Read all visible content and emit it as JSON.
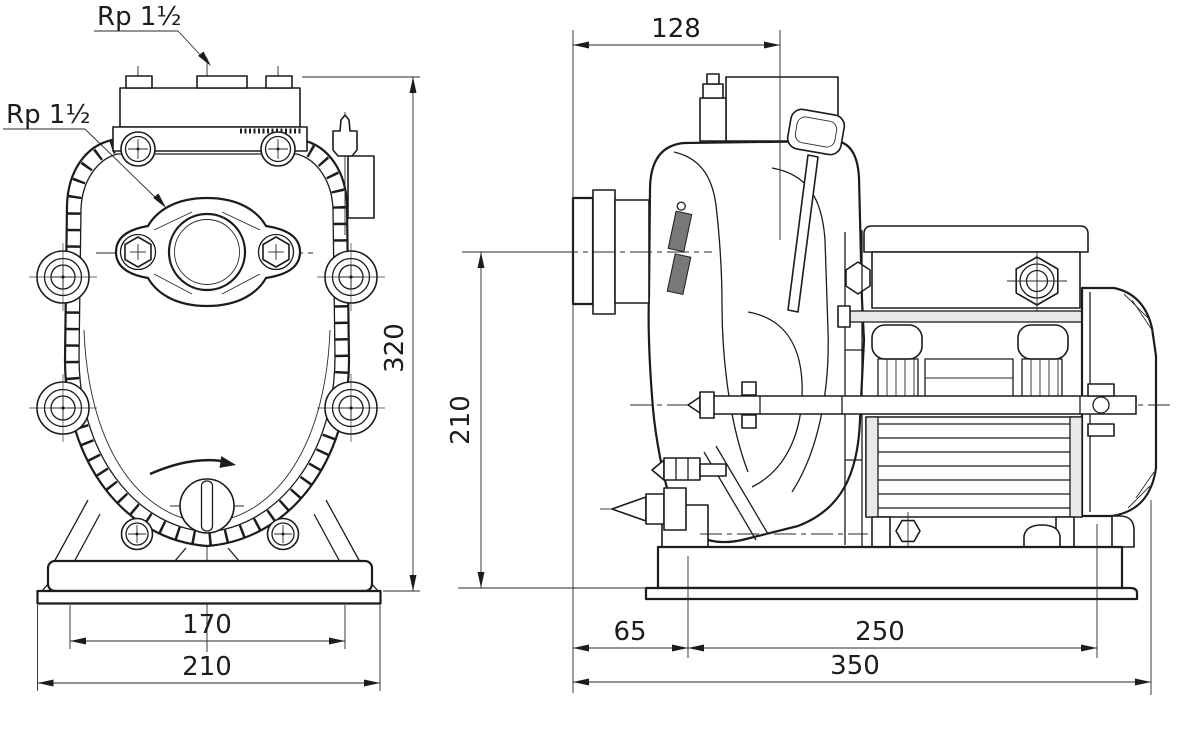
{
  "drawing": {
    "kind": "pump-dimensional-drawing",
    "background": "#ffffff",
    "line_color": "#1c1c1c"
  },
  "front_view": {
    "rp_label_top": "Rp 1½",
    "rp_label_front": "Rp 1½",
    "dim_height": "320",
    "dim_bolt_spacing": "170",
    "dim_base_width": "210"
  },
  "side_view": {
    "dim_port_offset": "128",
    "dim_center_height": "210",
    "dim_foot_front": "65",
    "dim_foot_spacing": "250",
    "dim_overall_length": "350"
  }
}
